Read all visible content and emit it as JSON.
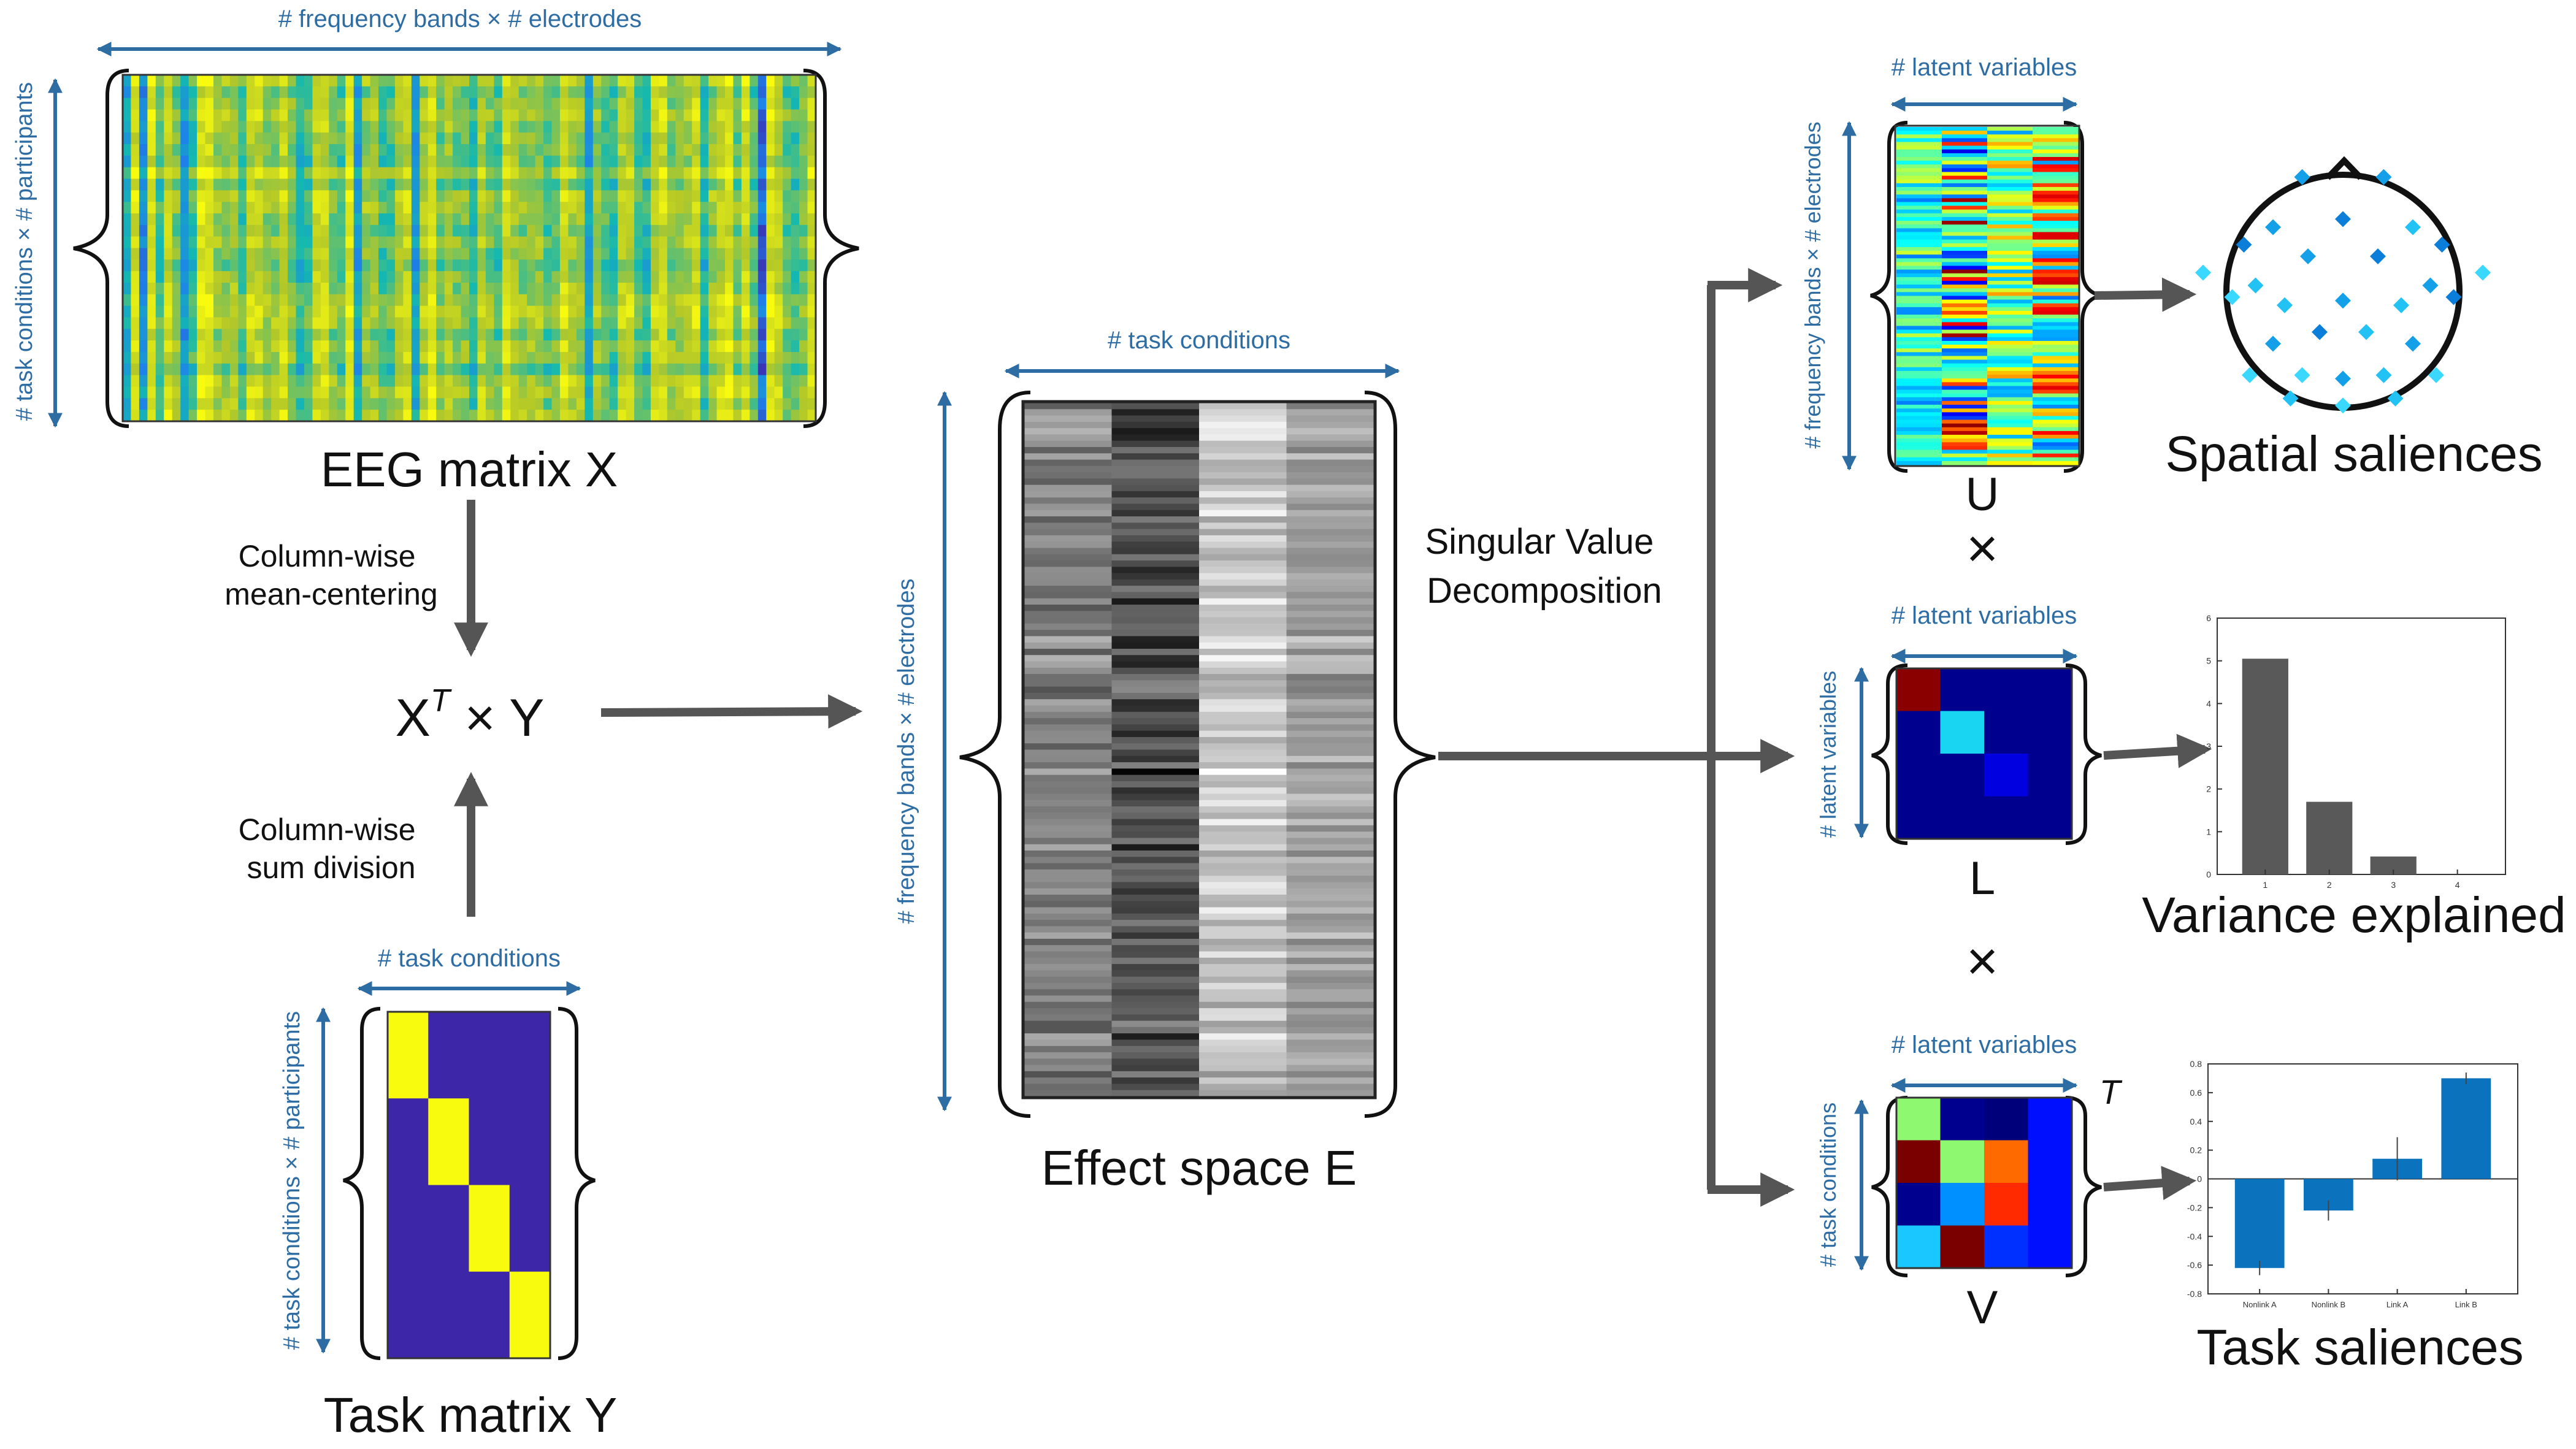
{
  "colors": {
    "dimension_blue": "#2E6DA4",
    "arrow_gray": "#555555",
    "bar_gray": "#595959",
    "bar_blue": "#0B72BD",
    "parula_dark": "#3E26A8",
    "parula_yellow": "#F9FB0E"
  },
  "eeg": {
    "title": "EEG matrix X",
    "cols_label": "# frequency bands × # electrodes",
    "rows_label": "# task conditions × # participants"
  },
  "task": {
    "title": "Task matrix Y",
    "cols_label": "# task conditions",
    "rows_label": "# task conditions × # participants",
    "active_row_segment_per_column": [
      0,
      1,
      2,
      3
    ]
  },
  "steps": {
    "centering": [
      "Column-wise",
      "mean-centering"
    ],
    "division": [
      "Column-wise",
      "sum division"
    ],
    "product_base": "X",
    "product_sup": "T",
    "product_rest": " × Y"
  },
  "effect": {
    "title": "Effect space E",
    "cols_label": "# task conditions",
    "rows_label": "# frequency bands × # electrodes"
  },
  "svd": {
    "label": [
      "Singular Value",
      "Decomposition"
    ]
  },
  "u": {
    "title": "U",
    "cols_label": "# latent variables",
    "rows_label": "# frequency bands × # electrodes",
    "output": "Spatial saliences"
  },
  "l": {
    "title": "L",
    "cols_label": "# latent variables",
    "rows_label": "# latent variables",
    "output": "Variance explained",
    "diagonal_colors": [
      "#8A0000",
      "#1AD5F2",
      "#0000E0",
      "#00008F"
    ],
    "offdiag_color": "#00008F"
  },
  "v": {
    "title": "V",
    "sup": "T",
    "cols_label": "# latent variables",
    "rows_label": "# task conditions",
    "output": "Task saliences",
    "cells": [
      [
        "#8EF870",
        "#00008F",
        "#00007A",
        "#0010FF"
      ],
      [
        "#7A0000",
        "#8EF870",
        "#FF6A00",
        "#0010FF"
      ],
      [
        "#00008F",
        "#0090FF",
        "#FF2A00",
        "#0010FF"
      ],
      [
        "#1AC8FF",
        "#7A0000",
        "#0030FF",
        "#0010FF"
      ]
    ]
  },
  "op": {
    "times": "×"
  },
  "chart_data": [
    {
      "type": "bar",
      "categories": [
        "1",
        "2",
        "3",
        "4"
      ],
      "values": [
        5.05,
        1.7,
        0.42,
        0
      ],
      "ylim": [
        0,
        6
      ],
      "yticks": [
        "0",
        "1",
        "2",
        "3",
        "4",
        "5",
        "6"
      ],
      "title": "",
      "xlabel": "",
      "ylabel": "",
      "grid": false
    },
    {
      "type": "bar",
      "categories": [
        "Nonlink A",
        "Nonlink B",
        "Link A",
        "Link B"
      ],
      "values": [
        -0.62,
        -0.22,
        0.14,
        0.7
      ],
      "errors": [
        0.05,
        0.07,
        0.15,
        0.04
      ],
      "ylim": [
        -0.8,
        0.8
      ],
      "yticks": [
        "0.8",
        "0.6",
        "0.4",
        "0.2",
        "0",
        "-0.2",
        "-0.4",
        "-0.6",
        "-0.8"
      ],
      "title": "",
      "xlabel": "",
      "ylabel": "",
      "grid": false
    }
  ],
  "topo": {
    "marker_colors": [
      "#0A7ED8",
      "#14A0E8",
      "#22C2F5",
      "#3AD8FF"
    ]
  }
}
